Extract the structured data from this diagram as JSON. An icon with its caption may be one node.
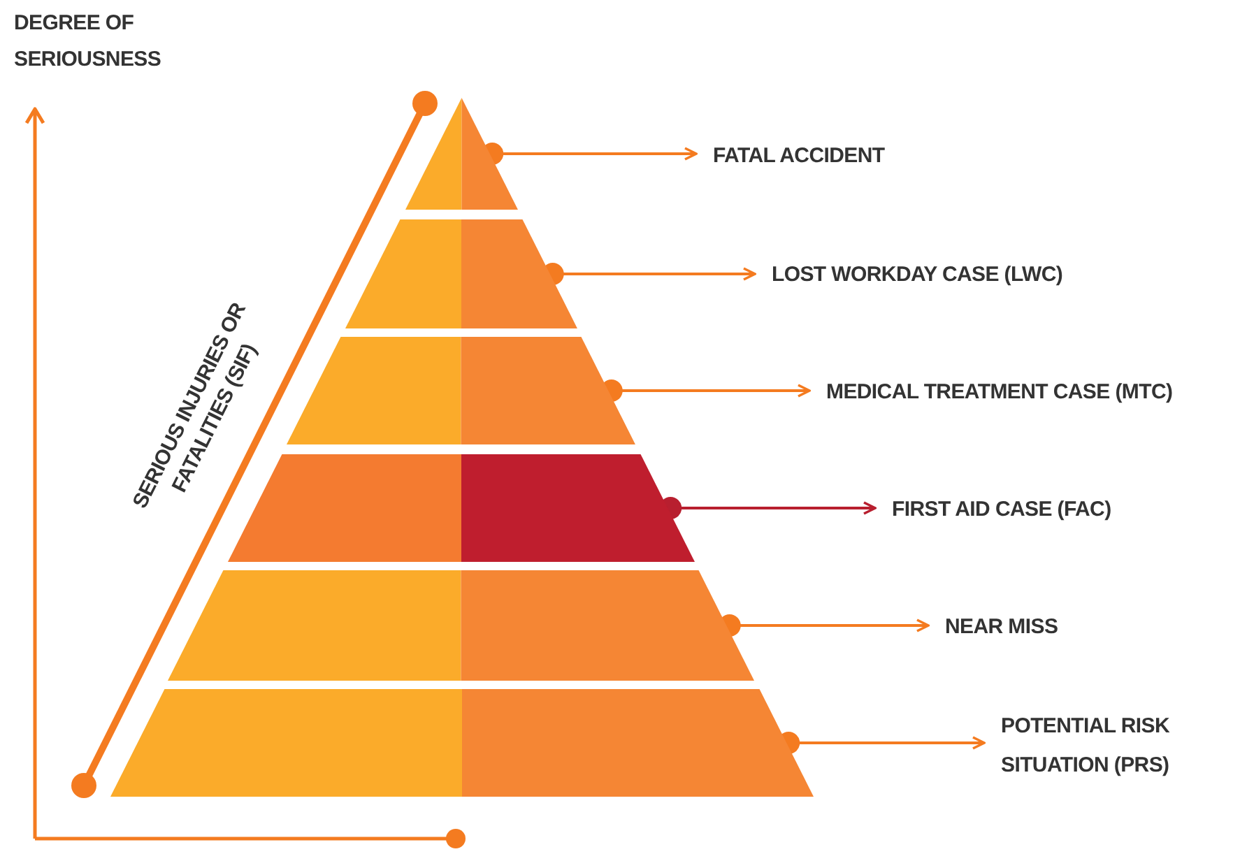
{
  "diagram": {
    "nodes": [
      {
        "text": [],
        "shape": "triangle"
      },
      {
        "text": [],
        "shape": "trapezoid"
      },
      {
        "text": [],
        "shape": "trapezoid"
      },
      {
        "text": [],
        "shape": "trapezoid"
      },
      {
        "text": [],
        "shape": "trapezoid"
      },
      {
        "text": [],
        "shape": "trapezoid"
      },
      {
        "text": [
          "FATAL ACCIDENT"
        ]
      },
      {
        "text": [
          "LOST WORKDAY CASE (LWC)"
        ]
      },
      {
        "text": [
          "MEDICAL TREATMENT CASE (MTC)"
        ]
      },
      {
        "text": [
          "FIRST AID CASE (FAC)"
        ]
      },
      {
        "text": [
          "NEAR MISS"
        ]
      },
      {
        "text": [
          "POTENTIAL RISK SITUATION (PRS)"
        ]
      }
    ],
    "edges": [
      {
        "from": 0,
        "to": 6,
        "arrow": "to"
      },
      {
        "from": 1,
        "to": 7,
        "arrow": "to"
      },
      {
        "from": 2,
        "to": 8,
        "arrow": "to"
      },
      {
        "from": 3,
        "to": 9,
        "arrow": "to",
        "color": "#b81f2f"
      },
      {
        "from": 4,
        "to": 10,
        "arrow": "to"
      },
      {
        "from": 5,
        "to": 11,
        "arrow": "to"
      }
    ],
    "labels": [
      "DEGREE OF SERIOUSNESS",
      "SERIOUS INJURIES OR FATALITIES (SIF)"
    ]
  }
}
